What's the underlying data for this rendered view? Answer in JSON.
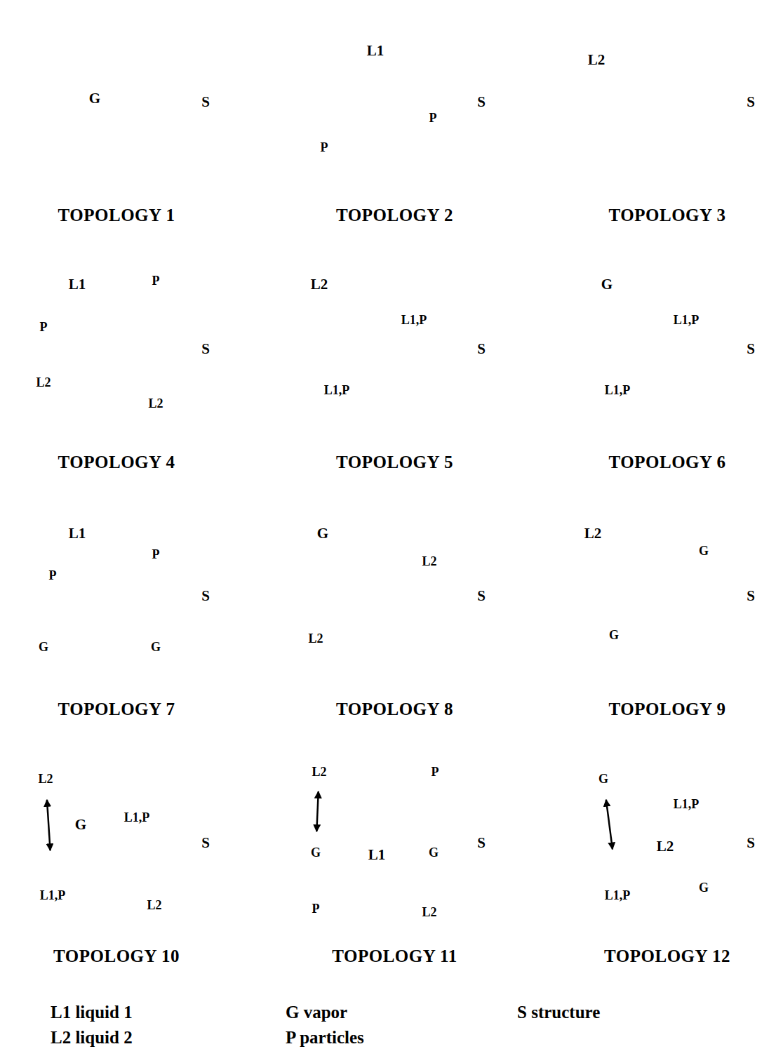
{
  "diagram": {
    "nodes": [
      {
        "text": [
          "G",
          "TOPOLOGY 1"
        ]
      },
      {
        "text": [
          "S"
        ],
        "in": 0
      },
      {
        "text": [
          "L1",
          "TOPOLOGY 2"
        ]
      },
      {
        "text": [
          "S"
        ],
        "in": 2
      },
      {
        "text": [
          "P"
        ],
        "in": 2
      },
      {
        "text": [
          "P"
        ],
        "in": 2
      },
      {
        "text": [
          "L2",
          "TOPOLOGY 3"
        ]
      },
      {
        "text": [
          "S"
        ],
        "in": 6
      },
      {
        "text": [
          "L1",
          "TOPOLOGY 4"
        ]
      },
      {
        "text": [
          "S"
        ],
        "in": 8
      },
      {
        "text": [
          "P"
        ],
        "in": 8
      },
      {
        "text": [
          "P"
        ],
        "in": 8
      },
      {
        "text": [
          "L2"
        ],
        "in": 8
      },
      {
        "text": [
          "L2"
        ],
        "in": 8
      },
      {
        "text": [
          "L2",
          "TOPOLOGY 5"
        ]
      },
      {
        "text": [
          "S"
        ],
        "in": 14
      },
      {
        "text": [
          "L1,P"
        ],
        "in": 14
      },
      {
        "text": [
          "L1,P"
        ],
        "in": 14
      },
      {
        "text": [
          "G",
          "TOPOLOGY 6"
        ]
      },
      {
        "text": [
          "S"
        ],
        "in": 18
      },
      {
        "text": [
          "L1,P"
        ],
        "in": 18
      },
      {
        "text": [
          "L1,P"
        ],
        "in": 18
      },
      {
        "text": [
          "L1",
          "TOPOLOGY 7"
        ]
      },
      {
        "text": [
          "S"
        ],
        "in": 22
      },
      {
        "text": [
          "P"
        ],
        "in": 22
      },
      {
        "text": [
          "P"
        ],
        "in": 22
      },
      {
        "text": [
          "G"
        ],
        "in": 22
      },
      {
        "text": [
          "G"
        ],
        "in": 22
      },
      {
        "text": [
          "G",
          "TOPOLOGY 8"
        ]
      },
      {
        "text": [
          "S"
        ],
        "in": 28
      },
      {
        "text": [
          "L2"
        ],
        "in": 28
      },
      {
        "text": [
          "L2"
        ],
        "in": 28
      },
      {
        "text": [
          "L2",
          "TOPOLOGY 9"
        ]
      },
      {
        "text": [
          "S"
        ],
        "in": 32
      },
      {
        "text": [
          "G"
        ],
        "in": 32
      },
      {
        "text": [
          "G"
        ],
        "in": 32
      },
      {
        "text": [
          "G",
          "TOPOLOGY 10"
        ]
      },
      {
        "text": [
          "S"
        ],
        "in": 36
      },
      {
        "text": [
          "L2"
        ],
        "in": 36
      },
      {
        "text": [
          "L1,P"
        ],
        "in": 36
      },
      {
        "text": [
          "L1,P"
        ],
        "in": 36
      },
      {
        "text": [
          "L2"
        ],
        "in": 36
      },
      {
        "text": [
          "L1",
          "TOPOLOGY 11"
        ]
      },
      {
        "text": [
          "S"
        ],
        "in": 42
      },
      {
        "text": [
          "L2"
        ],
        "in": 42
      },
      {
        "text": [
          "P"
        ],
        "in": 42
      },
      {
        "text": [
          "G"
        ],
        "in": 42
      },
      {
        "text": [
          "G"
        ],
        "in": 42
      },
      {
        "text": [
          "P"
        ],
        "in": 42
      },
      {
        "text": [
          "L2"
        ],
        "in": 42
      },
      {
        "text": [
          "L2",
          "TOPOLOGY 12"
        ]
      },
      {
        "text": [
          "S"
        ],
        "in": 50
      },
      {
        "text": [
          "G"
        ],
        "in": 50
      },
      {
        "text": [
          "L1,P"
        ],
        "in": 50
      },
      {
        "text": [
          "L1,P"
        ],
        "in": 50
      },
      {
        "text": [
          "G"
        ],
        "in": 50
      }
    ],
    "edges": [
      {
        "from": 38,
        "to": 40,
        "arrow": "both"
      },
      {
        "from": 44,
        "to": 46,
        "arrow": "both"
      },
      {
        "from": 52,
        "to": 54,
        "arrow": "both"
      }
    ],
    "legend": [
      {
        "text": "L1 liquid 1"
      },
      {
        "text": "G vapor"
      },
      {
        "text": "S structure"
      },
      {
        "text": "L2 liquid 2"
      },
      {
        "text": "P particles"
      }
    ]
  }
}
